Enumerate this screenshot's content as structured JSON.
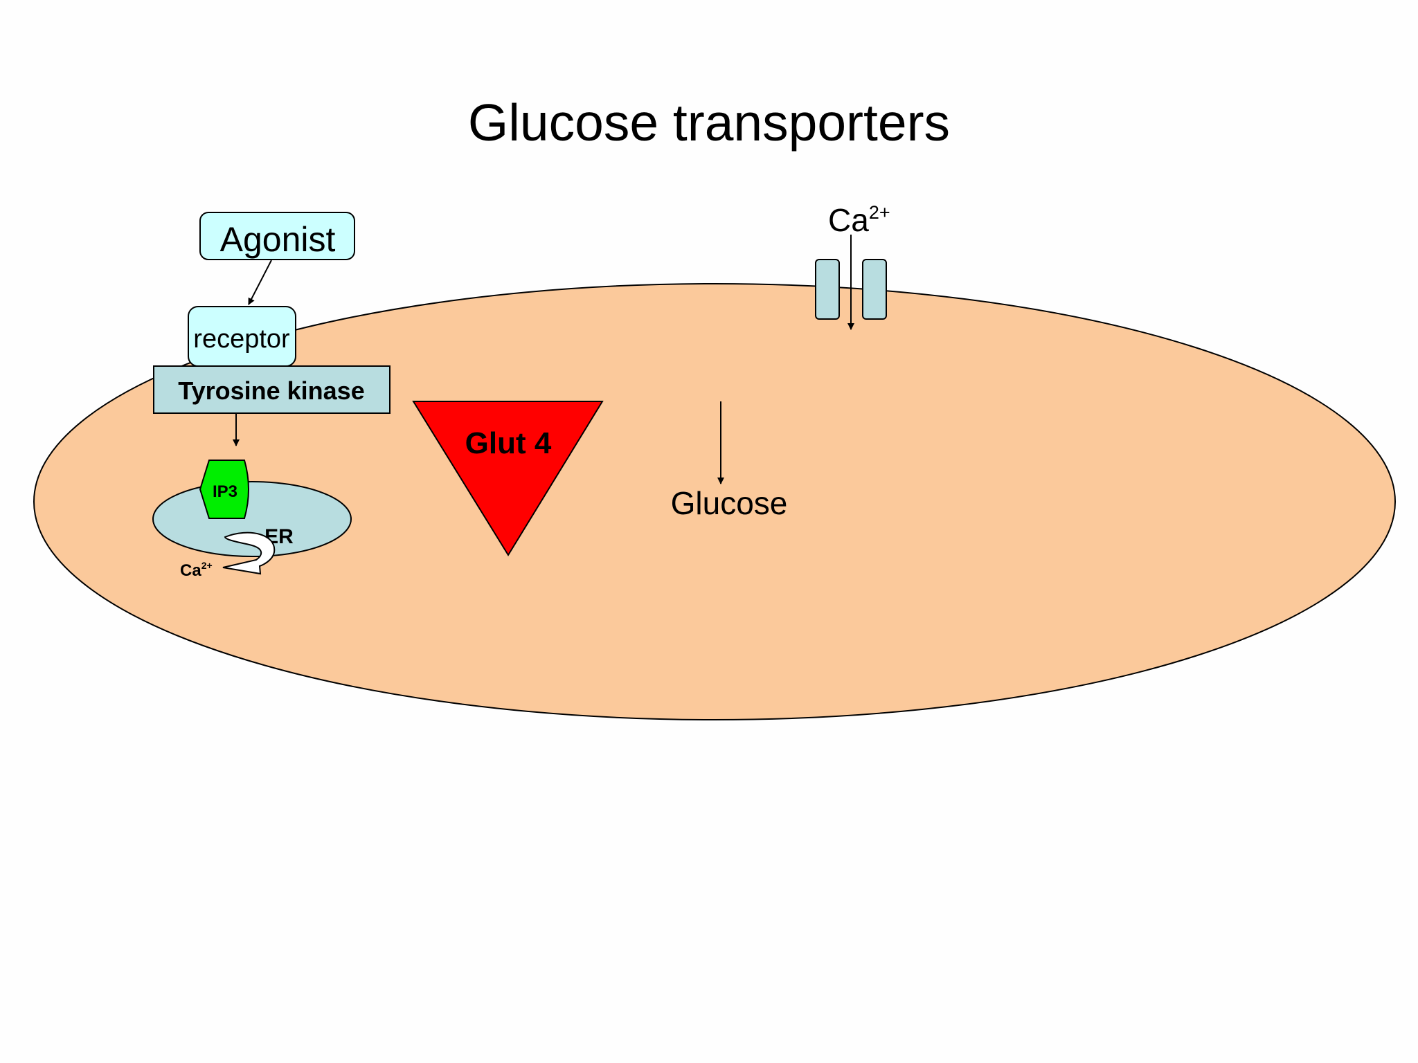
{
  "title": "Glucose transporters",
  "agonist_label": "Agonist",
  "receptor_label": "receptor",
  "kinase_label": "Tyrosine kinase",
  "ip3_label": "IP3",
  "er_label": "ER",
  "er_calcium": {
    "base": "Ca",
    "charge": "2+"
  },
  "channel_calcium": {
    "base": "Ca",
    "charge": "2+"
  },
  "glut4_label": "Glut 4",
  "glucose_label": "Glucose",
  "colors": {
    "cell_fill": "#fbc99b",
    "agonist_fill": "#ccffff",
    "receptor_fill": "#ccffff",
    "kinase_fill": "#b8dde0",
    "er_fill": "#b8dde0",
    "ip3_fill": "#00ee00",
    "glut4_fill": "#ff0000",
    "channel_fill": "#b8dde0"
  }
}
